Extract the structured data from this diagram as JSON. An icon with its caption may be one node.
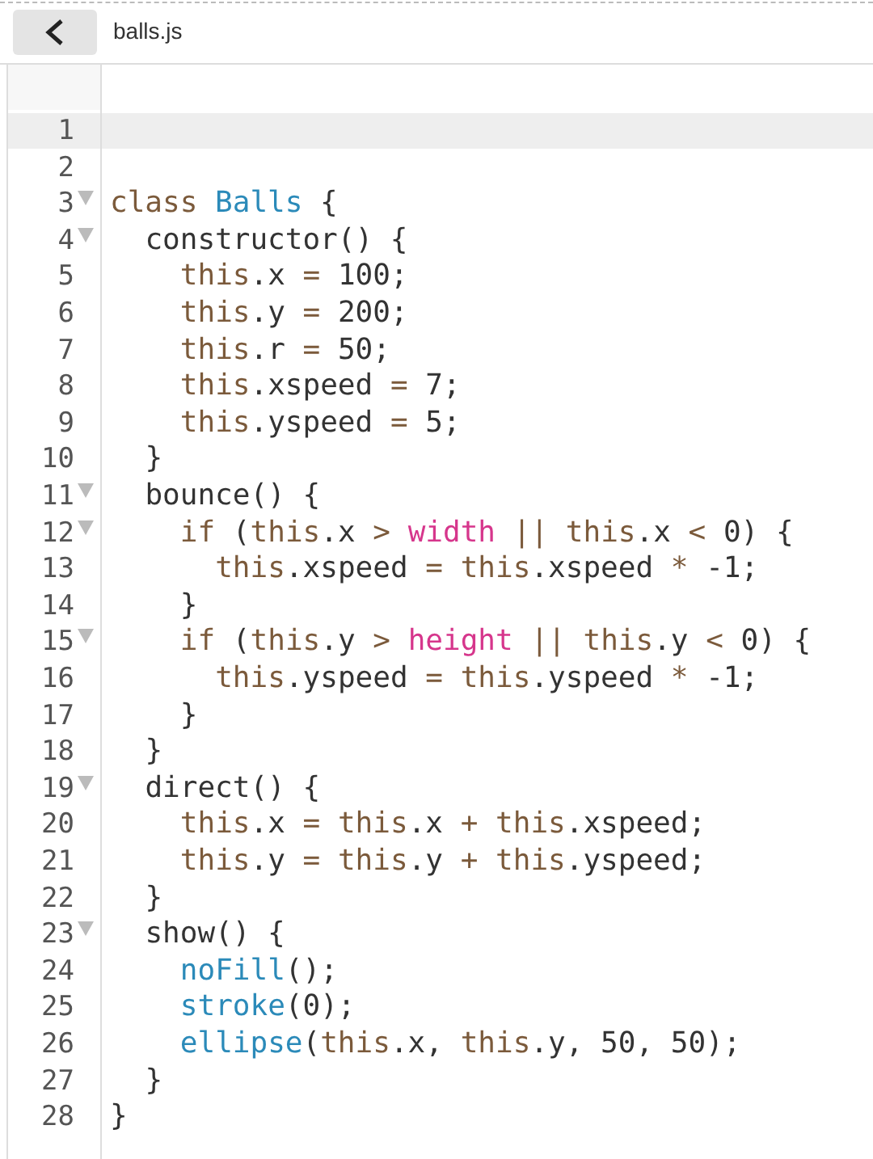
{
  "diagram": {
    "labels": [
      "balls.js",
      "1",
      "2",
      "3",
      "class Balls {",
      "4",
      "constructor() {",
      "5",
      "this.x = 100;",
      "6",
      "this.y = 200;",
      "7",
      "this.r = 50;",
      "8",
      "this.xspeed = 7;",
      "9",
      "this.yspeed = 5;",
      "10",
      "}",
      "11",
      "bounce() {",
      "12",
      "if (this.x > width || this.x < 0) {",
      "13",
      "this.xspeed = this.xspeed * -1;",
      "14",
      "}",
      "15",
      "if (this.y > height || this.y < 0) {",
      "16",
      "this.yspeed = this.yspeed * -1;",
      "17",
      "}",
      "18",
      "}",
      "19",
      "direct() {",
      "20",
      "this.x = this.x + this.xspeed;",
      "21",
      "this.y = this.y + this.yspeed;",
      "22",
      "}",
      "23",
      "show() {",
      "24",
      "noFill();",
      "25",
      "stroke(0);",
      "26",
      "ellipse(this.x, this.y, 50, 50);",
      "27",
      "}",
      "28",
      "}"
    ]
  }
}
